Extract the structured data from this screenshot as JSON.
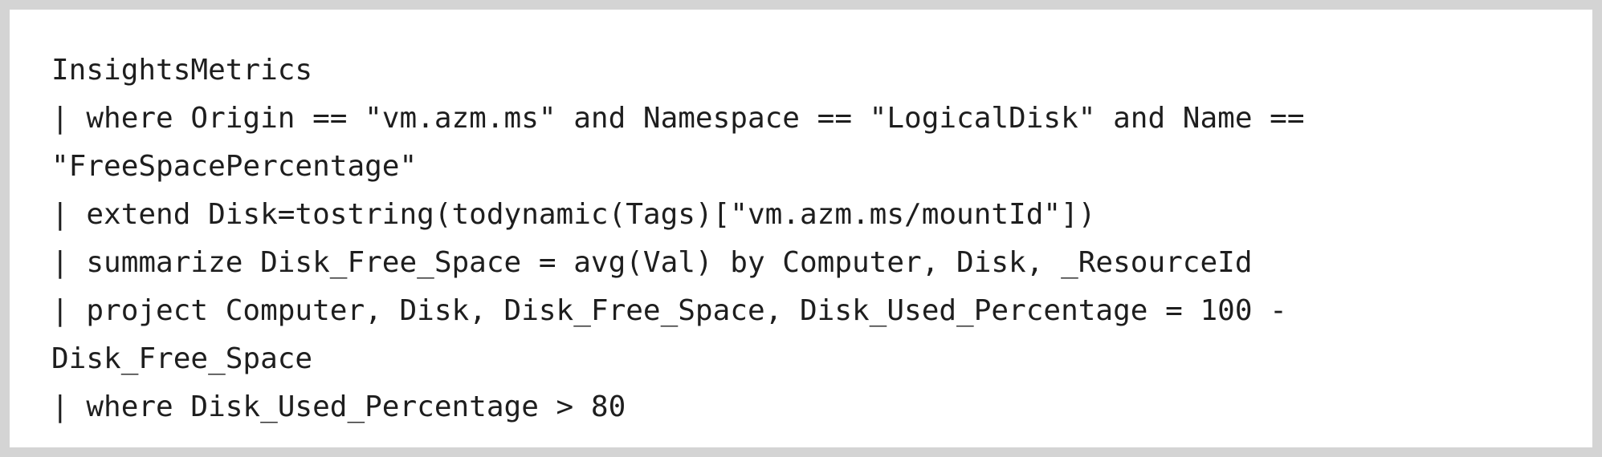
{
  "code": {
    "language": "",
    "lines": [
      "InsightsMetrics",
      "| where Origin == \"vm.azm.ms\" and Namespace == \"LogicalDisk\" and Name ==",
      "\"FreeSpacePercentage\"",
      "| extend Disk=tostring(todynamic(Tags)[\"vm.azm.ms/mountId\"])",
      "| summarize Disk_Free_Space = avg(Val) by Computer, Disk, _ResourceId",
      "| project Computer, Disk, Disk_Free_Space, Disk_Used_Percentage = 100 -",
      "Disk_Free_Space",
      "| where Disk_Used_Percentage > 80"
    ]
  },
  "colors": {
    "frame_border": "#d4d4d4",
    "background": "#ffffff",
    "text": "#1e1e1e"
  }
}
